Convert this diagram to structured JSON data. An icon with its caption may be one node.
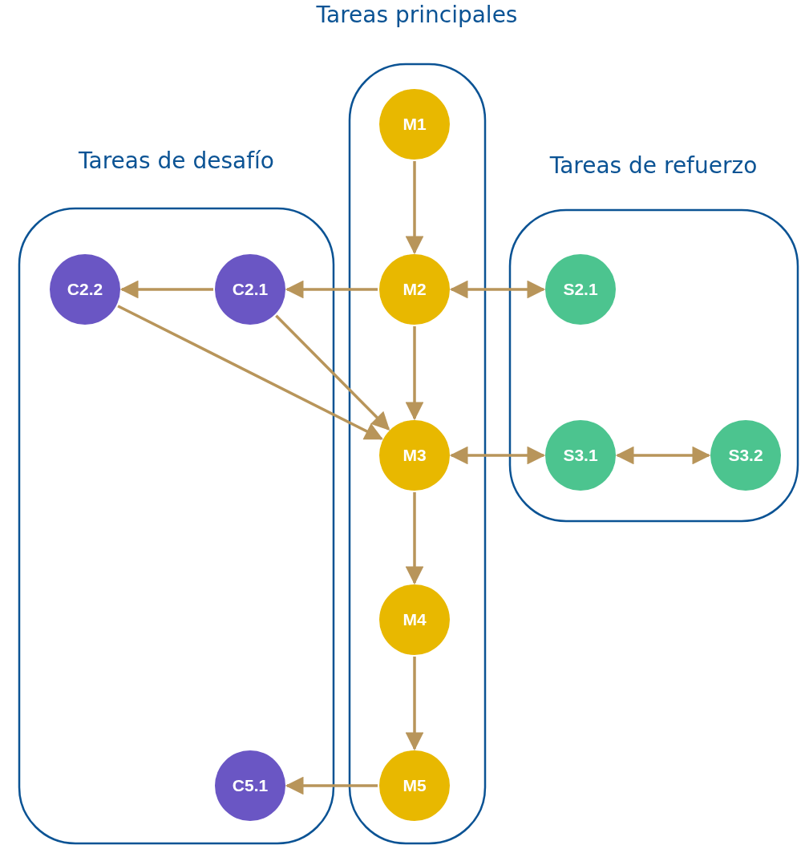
{
  "diagram": {
    "nodes": [
      {
        "text": [
          "Tareas principales"
        ]
      },
      {
        "text": [
          "M1"
        ],
        "in": 0
      },
      {
        "text": [
          "M2"
        ],
        "in": 0
      },
      {
        "text": [
          "M3"
        ],
        "in": 0
      },
      {
        "text": [
          "M4"
        ],
        "in": 0
      },
      {
        "text": [
          "M5"
        ],
        "in": 0
      },
      {
        "text": [
          "Tareas de desafío"
        ]
      },
      {
        "text": [
          "C2.2"
        ],
        "in": 6
      },
      {
        "text": [
          "C2.1"
        ],
        "in": 6
      },
      {
        "text": [
          "C5.1"
        ],
        "in": 6
      },
      {
        "text": [
          "Tareas de refuerzo"
        ]
      },
      {
        "text": [
          "S2.1"
        ],
        "in": 10
      },
      {
        "text": [
          "S3.1"
        ],
        "in": 10
      },
      {
        "text": [
          "S3.2"
        ],
        "in": 10
      }
    ],
    "edges": [
      {
        "from": 1,
        "to": 2,
        "arrow": "to"
      },
      {
        "from": 2,
        "to": 8,
        "arrow": "to"
      },
      {
        "from": 8,
        "to": 7,
        "arrow": "to"
      },
      {
        "from": 2,
        "to": 11,
        "arrow": "both"
      },
      {
        "from": 2,
        "to": 3,
        "arrow": "to"
      },
      {
        "from": 8,
        "to": 3,
        "arrow": "to"
      },
      {
        "from": 7,
        "to": 3,
        "arrow": "to"
      },
      {
        "from": 3,
        "to": 12,
        "arrow": "both"
      },
      {
        "from": 12,
        "to": 13,
        "arrow": "both"
      },
      {
        "from": 3,
        "to": 4,
        "arrow": "to"
      },
      {
        "from": 4,
        "to": 5,
        "arrow": "to"
      },
      {
        "from": 5,
        "to": 9,
        "arrow": "to"
      }
    ]
  }
}
